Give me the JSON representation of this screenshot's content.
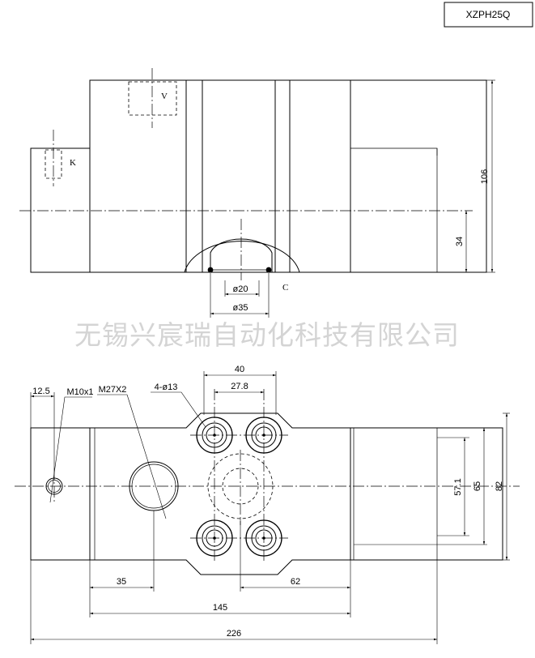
{
  "title_block": {
    "model": "XZPH25Q"
  },
  "watermark": "无锡兴宸瑞自动化科技有限公司",
  "front_view": {
    "port_v": "V",
    "port_k": "K",
    "port_c": "C",
    "dim_height": "106",
    "dim_center_height": "34",
    "dim_inner_dia": "ø20",
    "dim_outer_dia": "ø35"
  },
  "plan_view": {
    "dim_left_offset": "12.5",
    "thread_small": "M10x1",
    "thread_large": "M27X2",
    "holes": "4-ø13",
    "dim_flange_width": "40",
    "dim_hole_spacing": "27.8",
    "dim_inner_width": "57.1",
    "dim_mid_width": "65",
    "dim_total_width": "82",
    "dim_35": "35",
    "dim_62": "62",
    "dim_145": "145",
    "dim_226": "226"
  }
}
